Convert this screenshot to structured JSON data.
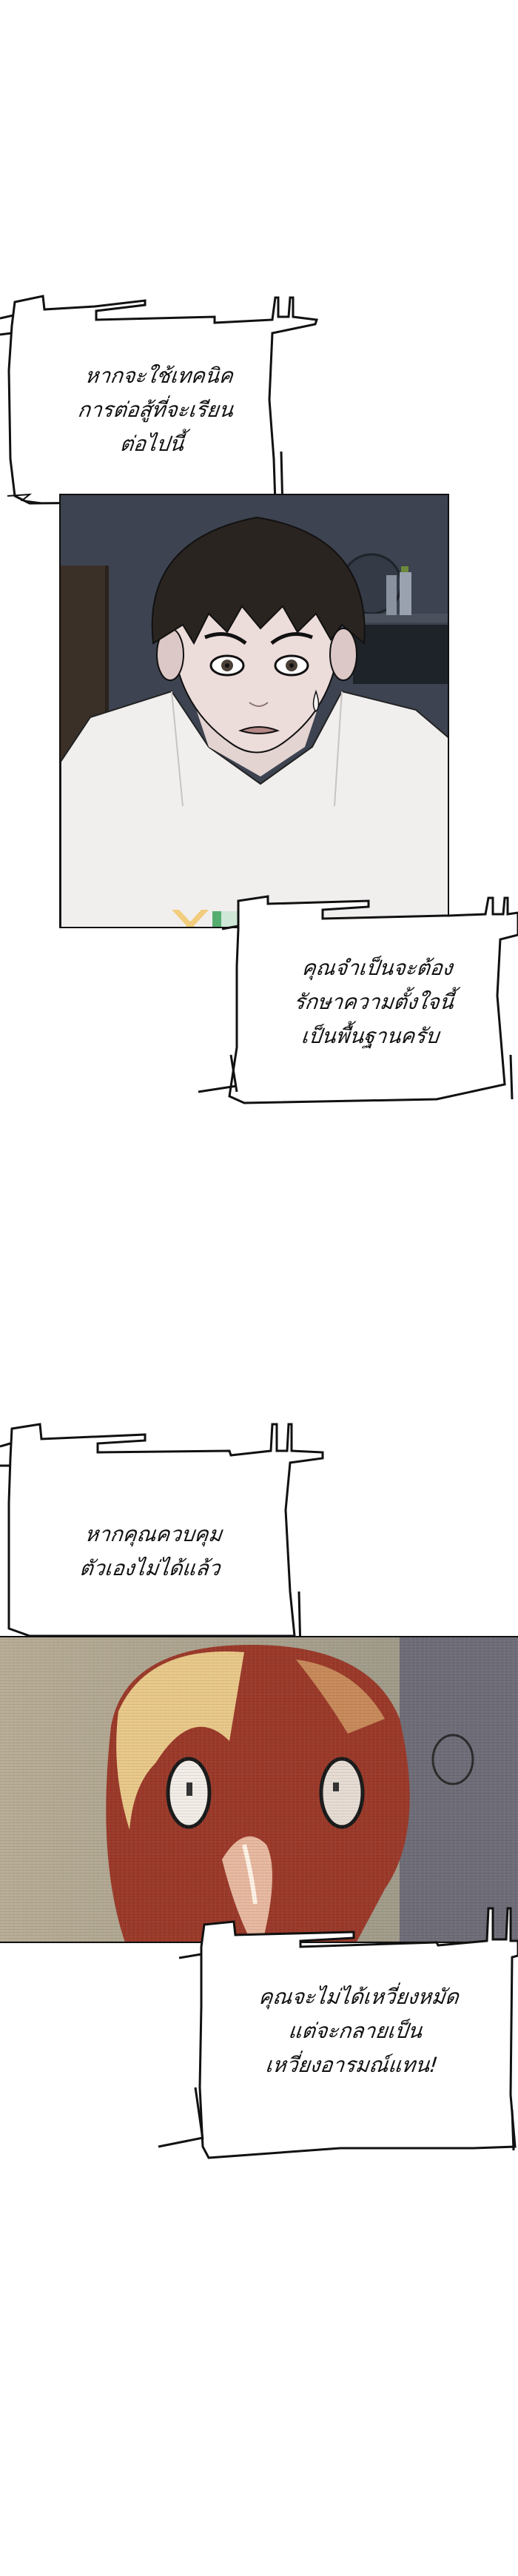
{
  "comic": {
    "captions": [
      {
        "id": "caption-1",
        "lines": [
          "หากจะใช้เทคนิค",
          "การต่อสู้ที่จะเรียน",
          "ต่อไปนี้"
        ]
      },
      {
        "id": "caption-2",
        "lines": [
          "คุณจำเป็นจะต้อง",
          "รักษาความตั้งใจนี้",
          "เป็นพื้นฐานครับ"
        ]
      },
      {
        "id": "caption-3",
        "lines": [
          "หากคุณควบคุม",
          "ตัวเองไม่ได้แล้ว"
        ]
      },
      {
        "id": "caption-4",
        "lines": [
          "คุณจะไม่ได้เหวี่ยงหมัด",
          "แต่จะกลายเป็น",
          "เหวี่ยงอารมณ์แทน!"
        ]
      }
    ],
    "panels": [
      {
        "id": "panel-1",
        "subject": "shocked-young-man-in-white-shirt",
        "background": "#3b414c"
      },
      {
        "id": "panel-2",
        "subject": "pixelated-rooster-face",
        "background": "#8a7a6e"
      }
    ],
    "colors": {
      "page_bg": "#ffffff",
      "outline": "#111111",
      "skin": "#e9d9d6",
      "hair": "#2a2421",
      "shirt": "#f3f1f1",
      "rooster_red": "#9b3a2a",
      "rooster_yellow": "#e9c98a",
      "watermark_orange": "#f3c76a",
      "watermark_green": "#bfe3cc"
    }
  }
}
